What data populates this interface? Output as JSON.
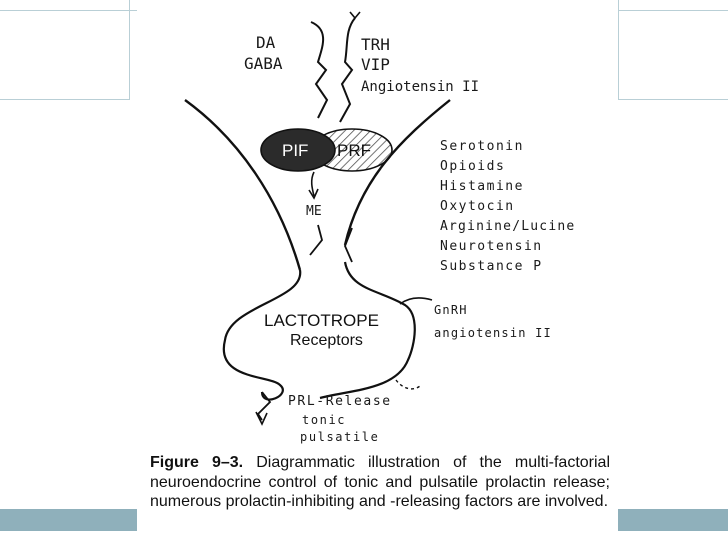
{
  "hypothalamic_inputs": {
    "inhibitory": [
      "DA",
      "GABA"
    ],
    "stimulatory": [
      "TRH",
      "VIP",
      "Angiotensin II"
    ]
  },
  "factors": {
    "pif": "PIF",
    "prf": "PRF"
  },
  "median_eminence": "ME",
  "modulators": [
    "Serotonin",
    "Opioids",
    "Histamine",
    "Oxytocin",
    "Arginine/Lucine",
    "Neurotensin",
    "Substance P"
  ],
  "cell": {
    "name": "LACTOTROPE",
    "sub": "Receptors"
  },
  "local_factors": [
    "GnRH",
    "angiotensin II"
  ],
  "output": {
    "title": "PRL-Release",
    "modes": [
      "tonic",
      "pulsatile"
    ]
  },
  "caption": {
    "label": "Figure 9–3.",
    "text": "Diagrammatic illustration of the multi-factorial neuroendocrine control of tonic and pulsatile prolactin release; numerous prolactin-inhibiting and -releasing factors are involved."
  },
  "colors": {
    "pif_fill": "#2b2b2b",
    "prf_hatch": "#555555",
    "frame": "#8fb0bb"
  }
}
